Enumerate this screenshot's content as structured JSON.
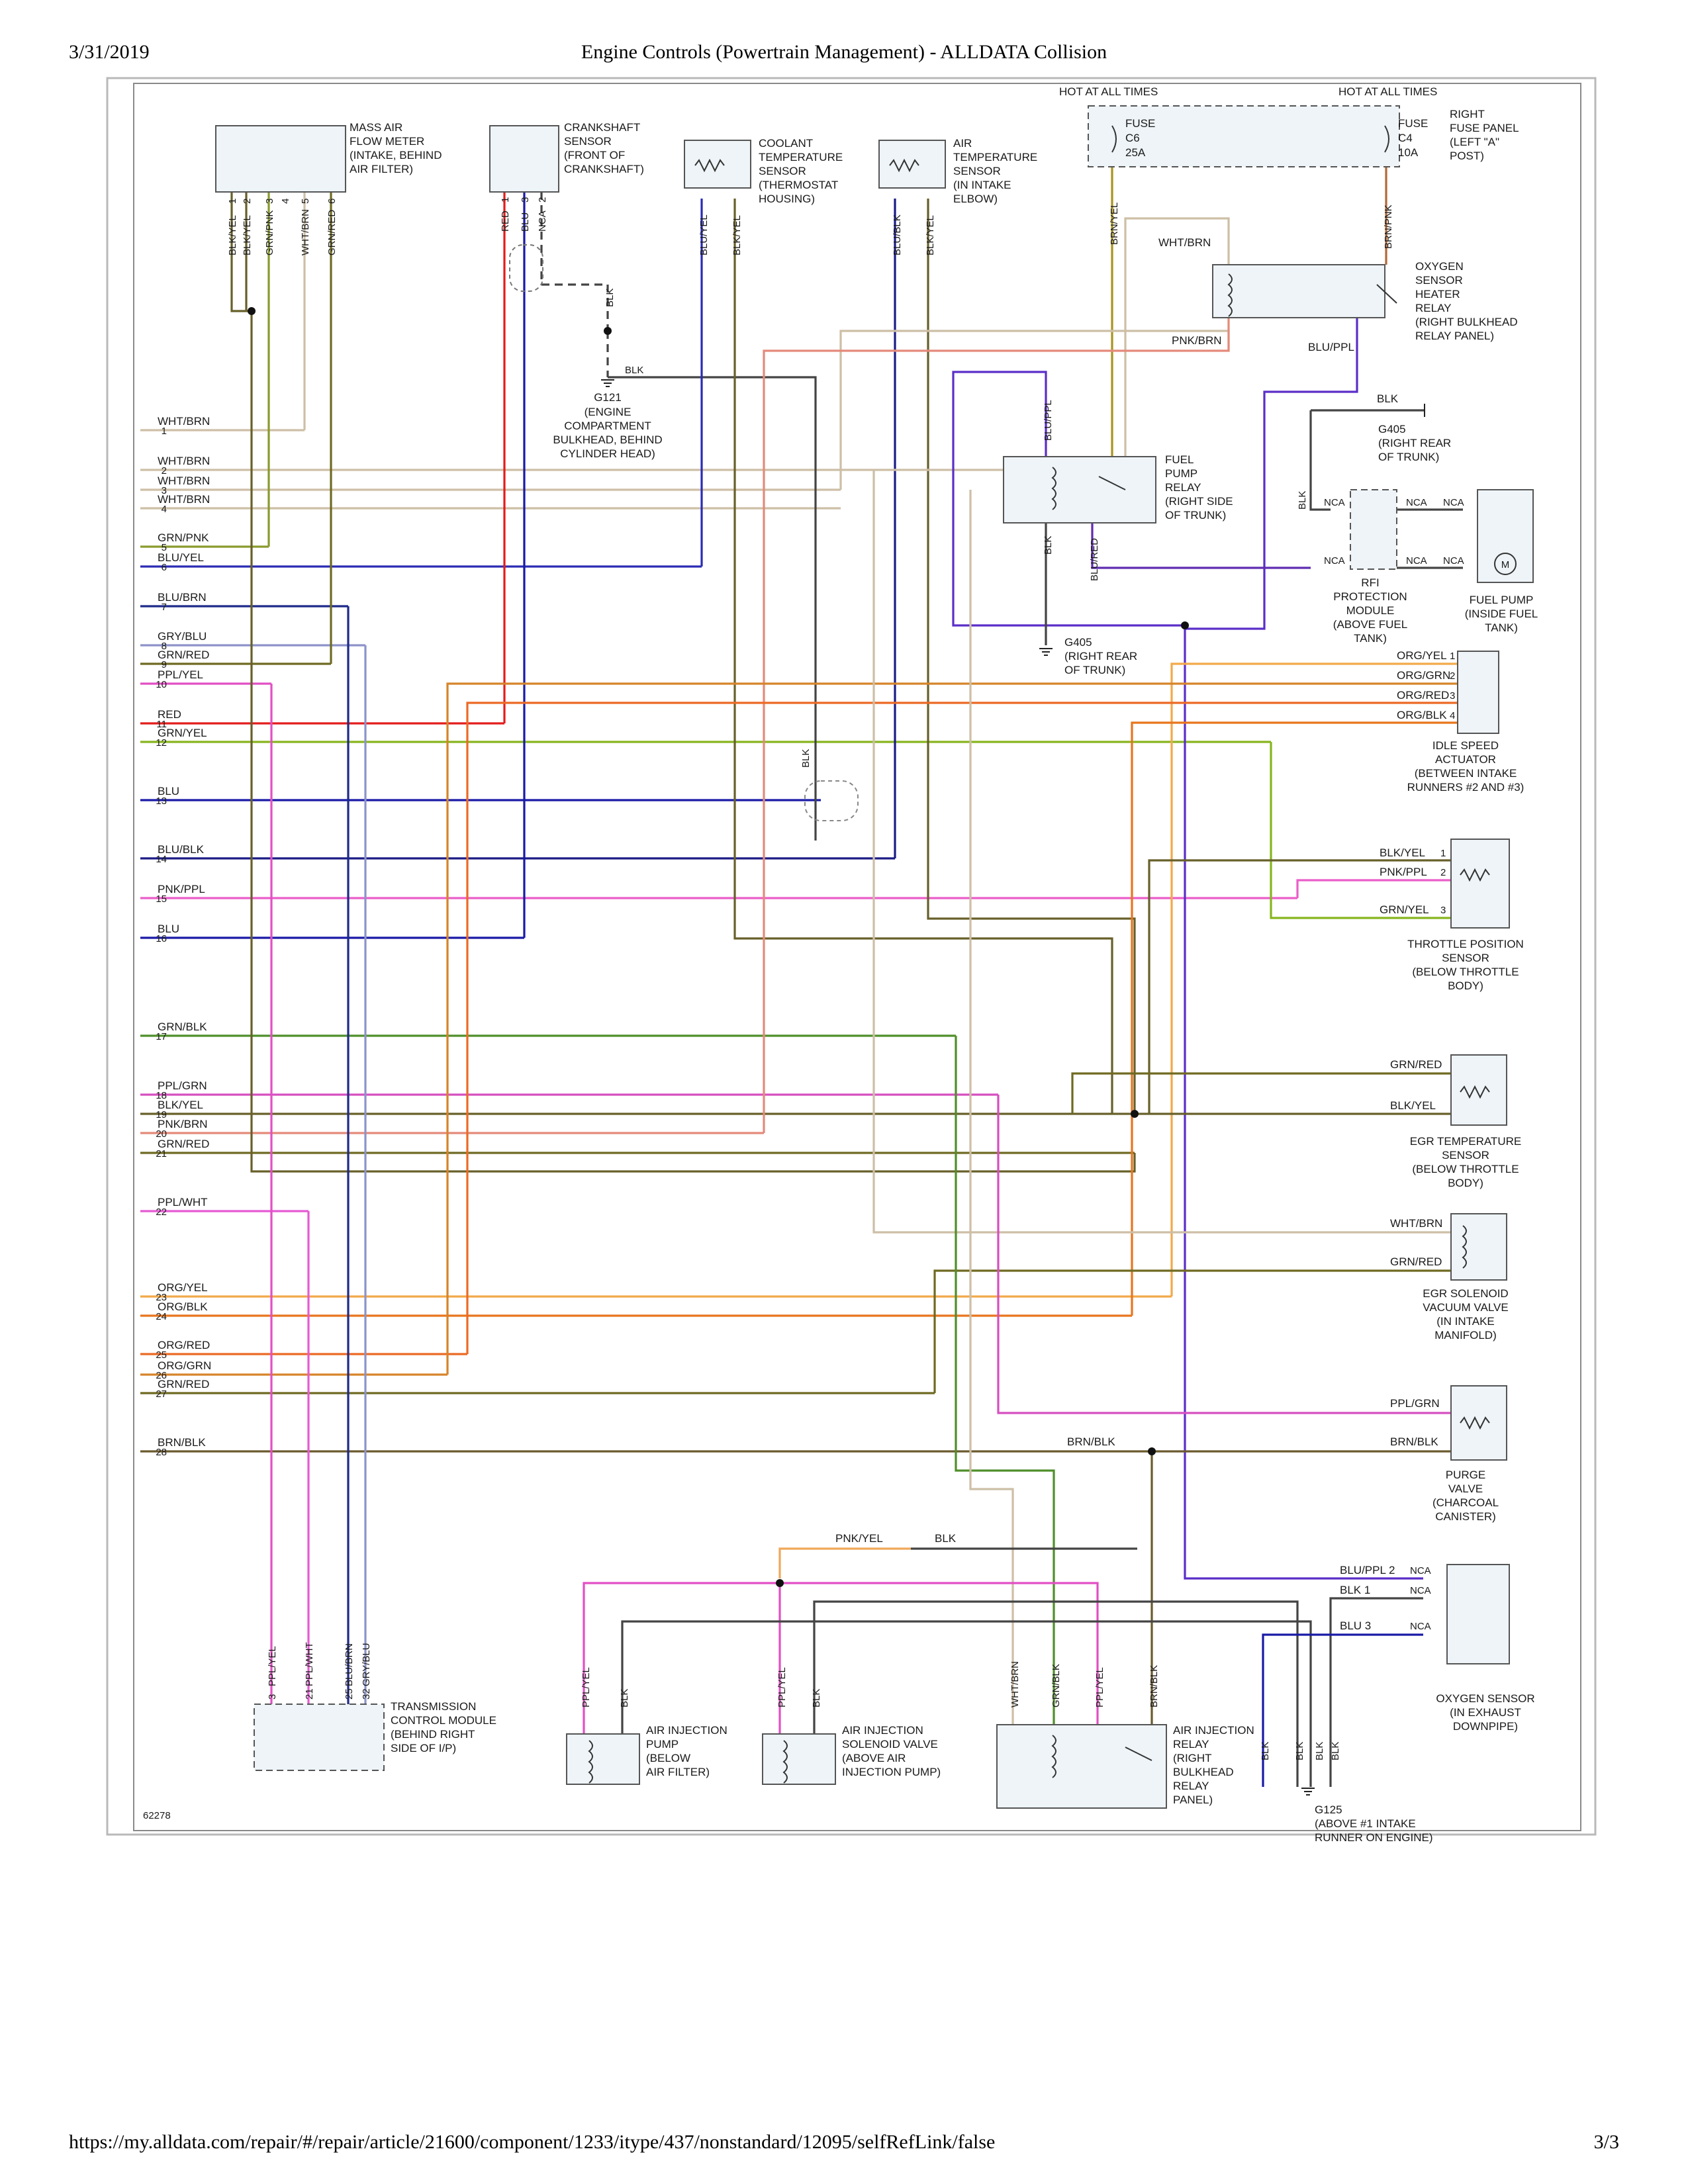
{
  "header": {
    "date": "3/31/2019",
    "title": "Engine Controls (Powertrain Management) - ALLDATA Collision"
  },
  "footer": {
    "url": "https://my.alldata.com/repair/#/repair/article/21600/component/1233/itype/437/nonstandard/12095/selfRefLink/false",
    "page": "3/3"
  },
  "diagram": {
    "figure_number": "62278",
    "hot_labels": [
      "HOT AT ALL TIMES",
      "HOT AT ALL TIMES"
    ],
    "fuses": [
      {
        "name": "FUSE",
        "id": "C6",
        "rating": "25A"
      },
      {
        "name": "FUSE",
        "id": "C4",
        "rating": "10A"
      }
    ],
    "colors": {
      "WHT/BRN": "#cdbfa6",
      "GRN/PNK": "#8a9a2e",
      "BLU/YEL": "#2b2bb5",
      "BLU/BRN": "#1e2a8a",
      "GRY/BLU": "#8d93c9",
      "GRN/RED": "#6f6a22",
      "PPL/YEL": "#e24fc4",
      "RED": "#e31c1c",
      "GRN/YEL": "#87b51e",
      "BLU": "#1a1aa6",
      "BLU/BLK": "#1b1b86",
      "PNK/PPL": "#ea5ec9",
      "GRN/BLK": "#4f8f2a",
      "PPL/GRN": "#d64fc0",
      "BLK/YEL": "#67602a",
      "PNK/BRN": "#e48a7a",
      "PPL/WHT": "#e55ad4",
      "ORG/YEL": "#f2a94a",
      "ORG/BLK": "#e8751c",
      "ORG/RED": "#ec6a24",
      "ORG/GRN": "#d6842a",
      "BRN/BLK": "#6b5a2e",
      "BLK": "#444444",
      "BRN/YEL": "#a8941e",
      "BRN/PNK": "#b06a3a",
      "BLU/PPL": "#5a2ec8",
      "BLU/RED": "#5f2cb0",
      "PNK/YEL": "#f0a85a"
    },
    "ecm_pins": [
      {
        "pin": "1",
        "label": "WHT/BRN",
        "color_key": "WHT/BRN"
      },
      {
        "pin": "2",
        "label": "WHT/BRN",
        "color_key": "WHT/BRN"
      },
      {
        "pin": "3",
        "label": "WHT/BRN",
        "color_key": "WHT/BRN"
      },
      {
        "pin": "4",
        "label": "WHT/BRN",
        "color_key": "WHT/BRN"
      },
      {
        "pin": "5",
        "label": "GRN/PNK",
        "color_key": "GRN/PNK"
      },
      {
        "pin": "6",
        "label": "BLU/YEL",
        "color_key": "BLU/YEL"
      },
      {
        "pin": "7",
        "label": "BLU/BRN",
        "color_key": "BLU/BRN"
      },
      {
        "pin": "8",
        "label": "GRY/BLU",
        "color_key": "GRY/BLU"
      },
      {
        "pin": "9",
        "label": "GRN/RED",
        "color_key": "GRN/RED"
      },
      {
        "pin": "10",
        "label": "PPL/YEL",
        "color_key": "PPL/YEL"
      },
      {
        "pin": "11",
        "label": "RED",
        "color_key": "RED"
      },
      {
        "pin": "12",
        "label": "GRN/YEL",
        "color_key": "GRN/YEL"
      },
      {
        "pin": "13",
        "label": "BLU",
        "color_key": "BLU"
      },
      {
        "pin": "14",
        "label": "BLU/BLK",
        "color_key": "BLU/BLK"
      },
      {
        "pin": "15",
        "label": "PNK/PPL",
        "color_key": "PNK/PPL"
      },
      {
        "pin": "16",
        "label": "BLU",
        "color_key": "BLU"
      },
      {
        "pin": "17",
        "label": "GRN/BLK",
        "color_key": "GRN/BLK"
      },
      {
        "pin": "18",
        "label": "PPL/GRN",
        "color_key": "PPL/GRN"
      },
      {
        "pin": "19",
        "label": "BLK/YEL",
        "color_key": "BLK/YEL"
      },
      {
        "pin": "20",
        "label": "PNK/BRN",
        "color_key": "PNK/BRN"
      },
      {
        "pin": "21",
        "label": "GRN/RED",
        "color_key": "GRN/RED"
      },
      {
        "pin": "22",
        "label": "PPL/WHT",
        "color_key": "PPL/WHT"
      },
      {
        "pin": "23",
        "label": "ORG/YEL",
        "color_key": "ORG/YEL"
      },
      {
        "pin": "24",
        "label": "ORG/BLK",
        "color_key": "ORG/BLK"
      },
      {
        "pin": "25",
        "label": "ORG/RED",
        "color_key": "ORG/RED"
      },
      {
        "pin": "26",
        "label": "ORG/GRN",
        "color_key": "ORG/GRN"
      },
      {
        "pin": "27",
        "label": "GRN/RED",
        "color_key": "GRN/RED"
      },
      {
        "pin": "28",
        "label": "BRN/BLK",
        "color_key": "BRN/BLK"
      }
    ],
    "components": {
      "maf": [
        "MASS AIR",
        "FLOW METER",
        "(INTAKE, BEHIND",
        "AIR FILTER)"
      ],
      "maf_pins": [
        {
          "label": "BLK/YEL",
          "pin": "1"
        },
        {
          "label": "BLK/YEL",
          "pin": "2"
        },
        {
          "label": "GRN/PNK",
          "pin": "3"
        },
        {
          "label": "",
          "pin": "4"
        },
        {
          "label": "WHT/BRN",
          "pin": "5"
        },
        {
          "label": "GRN/RED",
          "pin": "6"
        }
      ],
      "crank": [
        "CRANKSHAFT",
        "SENSOR",
        "(FRONT OF",
        "CRANKSHAFT)"
      ],
      "crank_pins": [
        {
          "label": "RED",
          "pin": "1"
        },
        {
          "label": "BLU",
          "pin": "3"
        },
        {
          "label": "NCA",
          "pin": "2"
        }
      ],
      "coolant": [
        "COOLANT",
        "TEMPERATURE",
        "SENSOR",
        "(THERMOSTAT",
        "HOUSING)"
      ],
      "coolant_pins": [
        "BLU/YEL",
        "BLK/YEL"
      ],
      "air_temp": [
        "AIR",
        "TEMPERATURE",
        "SENSOR",
        "(IN INTAKE",
        "ELBOW)"
      ],
      "air_temp_pins": [
        "BLU/BLK",
        "BLK/YEL"
      ],
      "g121": [
        "G121",
        "(ENGINE",
        "COMPARTMENT",
        "BULKHEAD, BEHIND",
        "CYLINDER HEAD)"
      ],
      "fuse_panel": [
        "RIGHT",
        "FUSE PANEL",
        "(LEFT \"A\"",
        "POST)"
      ],
      "o2_heater_relay": [
        "OXYGEN",
        "SENSOR",
        "HEATER",
        "RELAY",
        "(RIGHT BULKHEAD",
        "RELAY PANEL)"
      ],
      "fuel_pump_relay": [
        "FUEL",
        "PUMP",
        "RELAY",
        "(RIGHT SIDE",
        "OF TRUNK)"
      ],
      "g405_top": [
        "G405",
        "(RIGHT REAR",
        "OF TRUNK)"
      ],
      "g405_mid": [
        "G405",
        "(RIGHT REAR",
        "OF TRUNK)"
      ],
      "rfi": [
        "RFI",
        "PROTECTION",
        "MODULE",
        "(ABOVE FUEL",
        "TANK)"
      ],
      "fuel_pump": [
        "FUEL PUMP",
        "(INSIDE FUEL",
        "TANK)"
      ],
      "idle_speed": [
        "IDLE SPEED",
        "ACTUATOR",
        "(BETWEEN INTAKE",
        "RUNNERS #2 AND #3)"
      ],
      "idle_pins": [
        {
          "label": "ORG/YEL",
          "pin": "1"
        },
        {
          "label": "ORG/GRN",
          "pin": "2"
        },
        {
          "label": "ORG/RED",
          "pin": "3"
        },
        {
          "label": "ORG/BLK",
          "pin": "4"
        }
      ],
      "tps": [
        "THROTTLE POSITION",
        "SENSOR",
        "(BELOW THROTTLE",
        "BODY)"
      ],
      "tps_pins": [
        {
          "label": "BLK/YEL",
          "pin": "1"
        },
        {
          "label": "PNK/PPL",
          "pin": "2"
        },
        {
          "label": "GRN/YEL",
          "pin": "3"
        }
      ],
      "egr_temp": [
        "EGR TEMPERATURE",
        "SENSOR",
        "(BELOW THROTTLE",
        "BODY)"
      ],
      "egr_temp_pins": [
        "GRN/RED",
        "BLK/YEL"
      ],
      "egr_solenoid": [
        "EGR SOLENOID",
        "VACUUM VALVE",
        "(IN INTAKE",
        "MANIFOLD)"
      ],
      "egr_solenoid_pins": [
        "WHT/BRN",
        "GRN/RED"
      ],
      "purge": [
        "PURGE",
        "VALVE",
        "(CHARCOAL",
        "CANISTER)"
      ],
      "purge_pins": [
        "PPL/GRN",
        "BRN/BLK"
      ],
      "o2_sensor": [
        "OXYGEN SENSOR",
        "(IN EXHAUST",
        "DOWNPIPE)"
      ],
      "o2_pins": [
        {
          "label": "BLU/PPL",
          "pin": "2"
        },
        {
          "label": "BLK",
          "pin": "1"
        },
        {
          "label": "BLU",
          "pin": "3"
        }
      ],
      "tcm": [
        "TRANSMISSION",
        "CONTROL MODULE",
        "(BEHIND RIGHT",
        "SIDE OF I/P)"
      ],
      "tcm_pins": [
        {
          "label": "PPL/YEL",
          "pin": "3"
        },
        {
          "label": "PPL/WHT",
          "pin": "21"
        },
        {
          "label": "BLU/BRN",
          "pin": "25"
        },
        {
          "label": "GRY/BLU",
          "pin": "32"
        }
      ],
      "aip": [
        "AIR INJECTION",
        "PUMP",
        "(BELOW",
        "AIR FILTER)"
      ],
      "aisv": [
        "AIR INJECTION",
        "SOLENOID VALVE",
        "(ABOVE AIR",
        "INJECTION PUMP)"
      ],
      "air_relay": [
        "AIR INJECTION",
        "RELAY",
        "(RIGHT",
        "BULKHEAD",
        "RELAY",
        "PANEL)"
      ],
      "g125": [
        "G125",
        "(ABOVE #1 INTAKE",
        "RUNNER ON ENGINE)"
      ]
    },
    "wire_labels": {
      "brn_yel": "BRN/YEL",
      "brn_pnk": "BRN/PNK",
      "wht_brn": "WHT/BRN",
      "pnk_brn": "PNK/BRN",
      "blu_ppl": "BLU/PPL",
      "blk": "BLK",
      "nca": "NCA",
      "blu_red": "BLU/RED",
      "org_yel": "ORG/YEL",
      "pnk_yel": "PNK/YEL",
      "brn_blk": "BRN/BLK",
      "ppl_yel": "PPL/YEL",
      "grn_blk": "GRN/BLK",
      "motor": "M"
    }
  }
}
